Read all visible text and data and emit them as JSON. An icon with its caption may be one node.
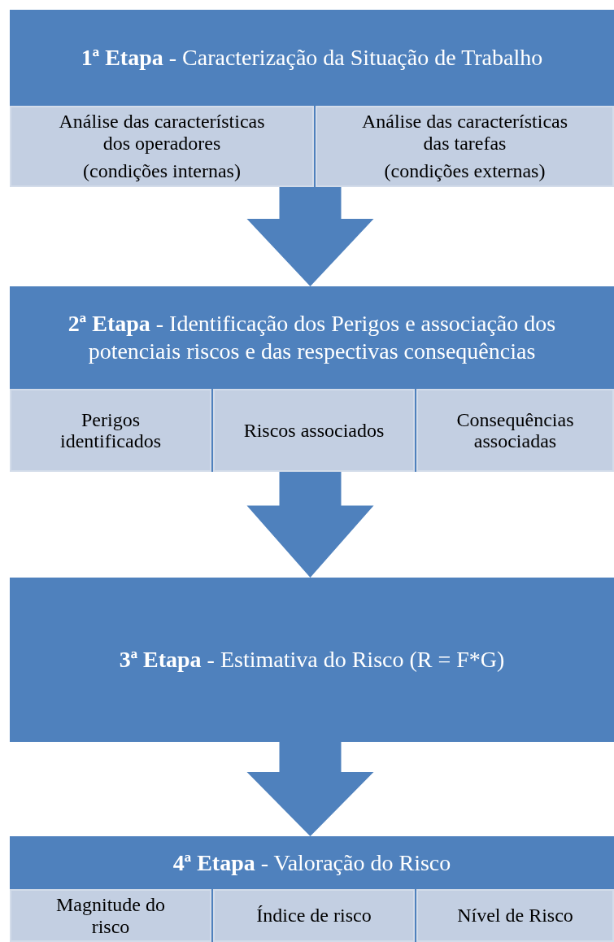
{
  "diagram": {
    "nodes": [
      {
        "text": [
          "**1ª Etapa** - Caracterização da Situação de Trabalho"
        ]
      },
      {
        "text": [
          "Análise das características dos operadores",
          "(condições internas)"
        ],
        "in": 0
      },
      {
        "text": [
          "Análise das características das tarefas",
          "(condições externas)"
        ],
        "in": 0
      },
      {
        "text": [
          "**2ª Etapa** - Identificação dos Perigos e associação dos potenciais riscos e das respectivas  consequências"
        ]
      },
      {
        "text": [
          "Perigos identificados"
        ],
        "in": 3
      },
      {
        "text": [
          "Riscos associados"
        ],
        "in": 3
      },
      {
        "text": [
          "Consequências associadas"
        ],
        "in": 3
      },
      {
        "text": [
          "**3ª Etapa** - Estimativa do Risco (R = F*G)"
        ]
      },
      {
        "text": [
          "**4ª Etapa** - Valoração do Risco"
        ]
      },
      {
        "text": [
          "Magnitude do risco"
        ],
        "in": 8
      },
      {
        "text": [
          "Índice de risco"
        ],
        "in": 8
      },
      {
        "text": [
          "Nível de Risco"
        ],
        "in": 8
      }
    ],
    "edges": [
      {
        "from": 0,
        "to": 3,
        "arrow": "to"
      },
      {
        "from": 3,
        "to": 7,
        "arrow": "to"
      },
      {
        "from": 7,
        "to": 8,
        "arrow": "to"
      }
    ]
  }
}
